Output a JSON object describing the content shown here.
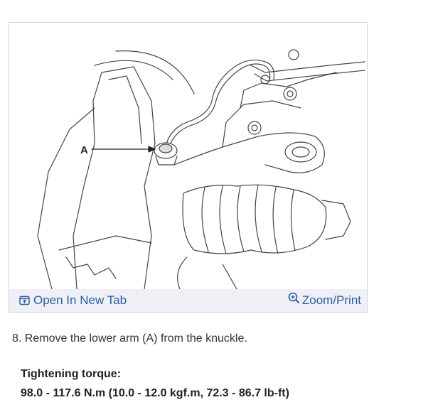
{
  "figure": {
    "callout_label": "A",
    "open_tab_label": "Open In New Tab",
    "zoom_label": "Zoom/Print",
    "open_tab_icon": "open-new-tab-icon",
    "zoom_icon": "magnifier-plus-icon",
    "link_color": "#2c5fa0",
    "toolbar_bg": "#eef0f6"
  },
  "instructions": {
    "step_text": "8. Remove the lower arm (A) from the knuckle.",
    "torque_label": "Tightening torque:",
    "torque_value": "98.0 - 117.6 N.m (10.0 - 12.0 kgf.m, 72.3 - 86.7 lb-ft)"
  }
}
